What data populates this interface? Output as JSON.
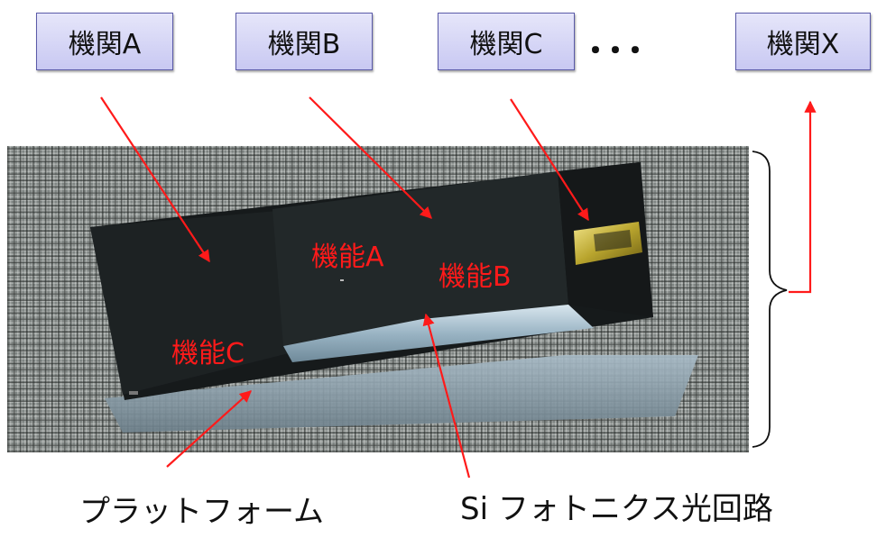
{
  "organizations": [
    {
      "label": "機関A"
    },
    {
      "label": "機関B"
    },
    {
      "label": "機関C"
    },
    {
      "label": "機関X"
    }
  ],
  "ellipsis": "･･･",
  "functions": {
    "a": "機能A",
    "b": "機能B",
    "c": "機能C"
  },
  "bottom_labels": {
    "platform": "プラットフォーム",
    "si_circuit": "Si フォトニクス光回路"
  },
  "colors": {
    "arrow": "#ff1a1a",
    "function_text": "#ff1a1a",
    "box_fill": "#d4d4f5",
    "box_border": "#5a5aa8"
  }
}
